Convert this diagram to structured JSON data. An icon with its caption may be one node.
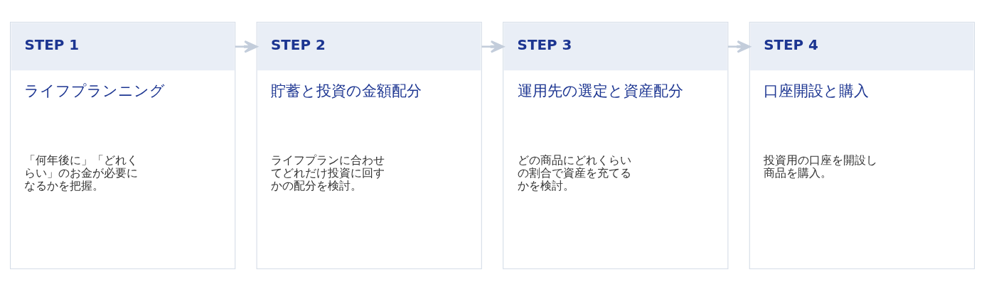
{
  "diagram": {
    "nodes": [
      {
        "text": [
          "STEP 1",
          "ライフプランニング",
          "「何年後に」「どれくらい」のお金が必要になるかを把握。"
        ]
      },
      {
        "text": [
          "STEP 2",
          "貯蓄と投資の金額配分",
          "ライフプランに合わせてどれだけ投資に回すかの配分を検討。"
        ]
      },
      {
        "text": [
          "STEP 3",
          "運用先の選定と資産配分",
          "どの商品にどれくらいの割合で資産を充てるかを検討。"
        ]
      },
      {
        "text": [
          "STEP 4",
          "口座開設と購入",
          "投資用の口座を開設し商品を購入。"
        ]
      }
    ],
    "edges": [
      {
        "from": 0,
        "to": 1,
        "arrow": "to"
      },
      {
        "from": 1,
        "to": 2,
        "arrow": "to"
      },
      {
        "from": 2,
        "to": 3,
        "arrow": "to"
      }
    ]
  }
}
